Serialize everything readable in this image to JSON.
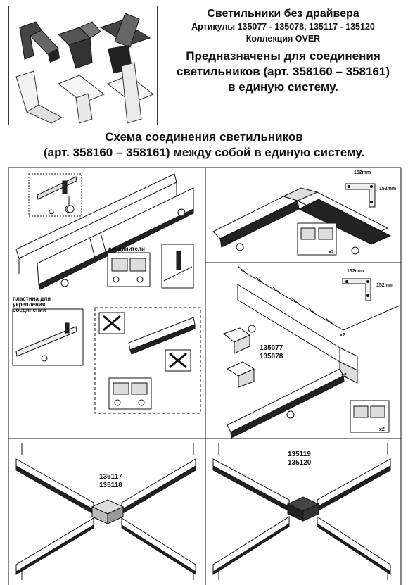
{
  "header": {
    "title": "Светильники без драйвера",
    "articles": "Артикулы 135077 - 135078, 135117 - 135120",
    "collection": "Коллекция OVER",
    "purpose": [
      "Предназначены для соединения",
      "светильников (арт. 358160 – 358161)",
      "в единую систему."
    ]
  },
  "scheme_title": [
    "Схема соединения светильников",
    "(арт. 358160 – 358161) между собой в единую систему."
  ],
  "panel_straight": {
    "connectors_label": "соединители",
    "plate_label": [
      "пластина для",
      "укрепления",
      "соединений"
    ]
  },
  "panel_corner_top": {
    "dim_h": "152mm",
    "dim_v": "152mm",
    "qty": "x2"
  },
  "panel_corner_3d": {
    "dim_h": "152mm",
    "dim_v": "152mm",
    "articles": [
      "135077",
      "135078"
    ],
    "qty_top": "x2",
    "qty_mid": "x2",
    "qty_bottom": "x2"
  },
  "panel_cross_left": {
    "articles": [
      "135117",
      "135118"
    ]
  },
  "panel_cross_right": {
    "articles": [
      "135119",
      "135120"
    ]
  }
}
